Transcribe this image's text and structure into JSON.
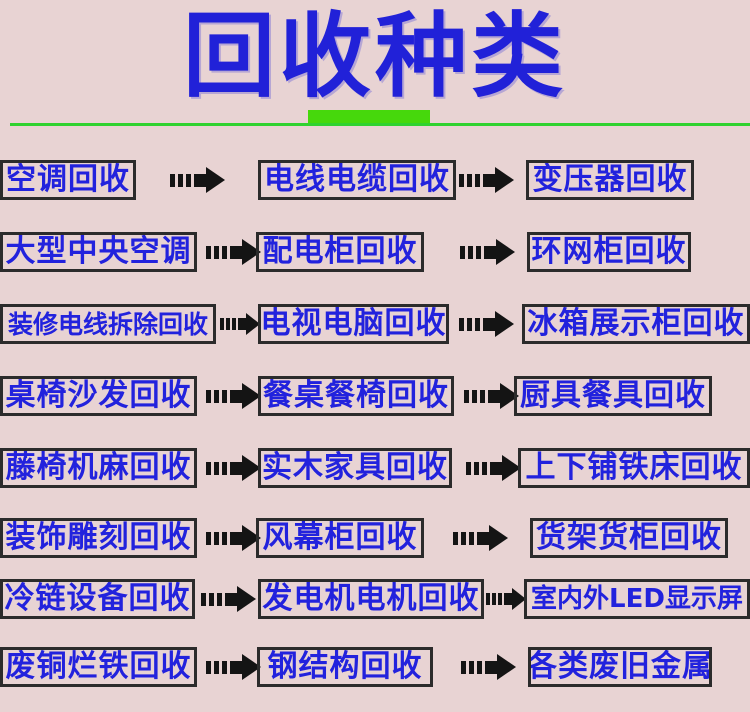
{
  "page": {
    "title": "回收种类",
    "background_color": "#e8d3d3",
    "title_color": "#2121d8",
    "box_text_color": "#2222dd",
    "box_border_color": "#2b2b2b",
    "arrow_color": "#141414",
    "underline_block_color": "#46d80c",
    "divider_line_color": "#2fd22f"
  },
  "rows": [
    {
      "items": [
        "空调回收",
        "电线电缆回收",
        "变压器回收"
      ]
    },
    {
      "items": [
        "大型中央空调",
        "配电柜回收",
        "环网柜回收"
      ]
    },
    {
      "items": [
        "装修电线拆除回收",
        "电视电脑回收",
        "冰箱展示柜回收"
      ]
    },
    {
      "items": [
        "桌椅沙发回收",
        "餐桌餐椅回收",
        "厨具餐具回收"
      ]
    },
    {
      "items": [
        "藤椅机麻回收",
        "实木家具回收",
        "上下铺铁床回收"
      ]
    },
    {
      "items": [
        "装饰雕刻回收",
        "风幕柜回收",
        "货架货柜回收"
      ]
    },
    {
      "items": [
        "冷链设备回收",
        "发电机电机回收",
        "室内外LED显示屏"
      ]
    },
    {
      "items": [
        "废铜烂铁回收",
        "钢结构回收",
        "各类废旧金属"
      ]
    }
  ]
}
